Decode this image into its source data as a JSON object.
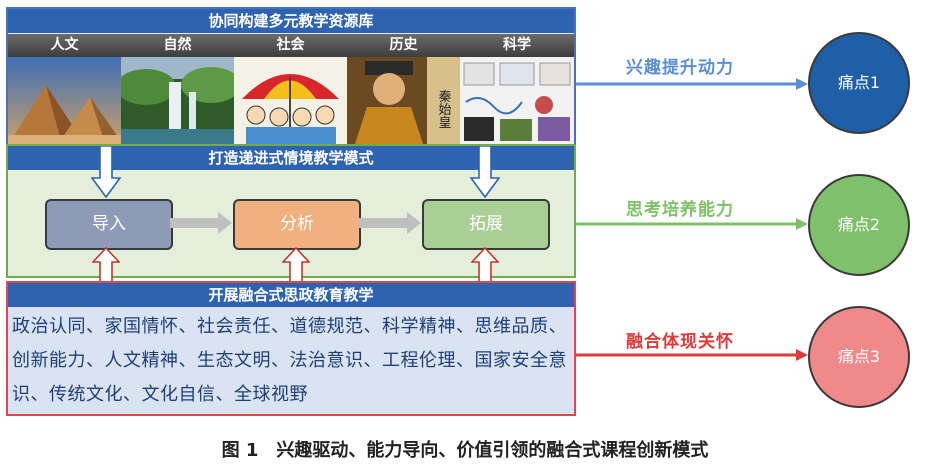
{
  "resource_bar": {
    "title": "协同构建多元教学资源库"
  },
  "categories": [
    "人文",
    "自然",
    "社会",
    "历史",
    "科学"
  ],
  "image_text": "秦始皇",
  "mode_bar": {
    "title": "打造递进式情境教学模式"
  },
  "steps": [
    "导入",
    "分析",
    "拓展"
  ],
  "ideology_bar": {
    "title": "开展融合式思政教育教学"
  },
  "ideology_text": "政治认同、家国情怀、社会责任、道德规范、科学精神、思维品质、创新能力、人文精神、生态文明、法治意识、工程伦理、国家安全意识、传统文化、文化自信、全球视野",
  "arrows": [
    {
      "label": "兴趣提升动力",
      "color": "#5b8fd0"
    },
    {
      "label": "思考培养能力",
      "color": "#7fbf6a"
    },
    {
      "label": "融合体现关怀",
      "color": "#e23a3a"
    }
  ],
  "pain_points": [
    {
      "label": "痛点1",
      "color": "#1f5fa8"
    },
    {
      "label": "痛点2",
      "color": "#7fc06b"
    },
    {
      "label": "痛点3",
      "color": "#f08a8a"
    }
  ],
  "caption": "图 1　兴趣驱动、能力导向、价值引领的融合式课程创新模式"
}
